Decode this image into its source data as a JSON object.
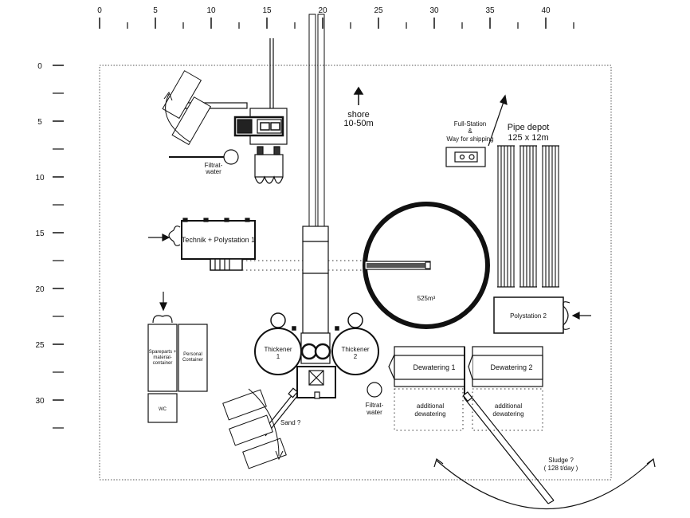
{
  "ruler": {
    "x_ticks": [
      "0",
      "5",
      "10",
      "15",
      "20",
      "25",
      "30",
      "35",
      "40"
    ],
    "y_ticks": [
      "0",
      "5",
      "10",
      "15",
      "20",
      "25",
      "30"
    ]
  },
  "labels": {
    "shore_1": "shore",
    "shore_2": "10-50m",
    "fullstation_1": "Full-Station",
    "fullstation_2": "&",
    "fullstation_3": "Way for shipping",
    "pipe_depot_1": "Pipe depot",
    "pipe_depot_2": "125 x 12m",
    "filtrat_top_1": "Filtrat-",
    "filtrat_top_2": "water",
    "technik": "Technik + Polystation 1",
    "tank": "525m³",
    "polystation2": "Polystation 2",
    "spareparts_1": "Spareparts +",
    "spareparts_2": "material-",
    "spareparts_3": "container",
    "personal_1": "Personal",
    "personal_2": "Container",
    "wc": "WC",
    "thickener1_1": "Thickener",
    "thickener1_2": "1",
    "thickener2_1": "Thickener",
    "thickener2_2": "2",
    "dewatering1": "Dewatering 1",
    "dewatering2": "Dewatering 2",
    "add_dew1_1": "additional",
    "add_dew1_2": "dewatering",
    "add_dew2_1": "additional",
    "add_dew2_2": "dewatering",
    "filtrat_bot_1": "Filtrat-",
    "filtrat_bot_2": "water",
    "sand": "Sand ?",
    "sludge_1": "Sludge ?",
    "sludge_2": "( 128 t/day )"
  }
}
